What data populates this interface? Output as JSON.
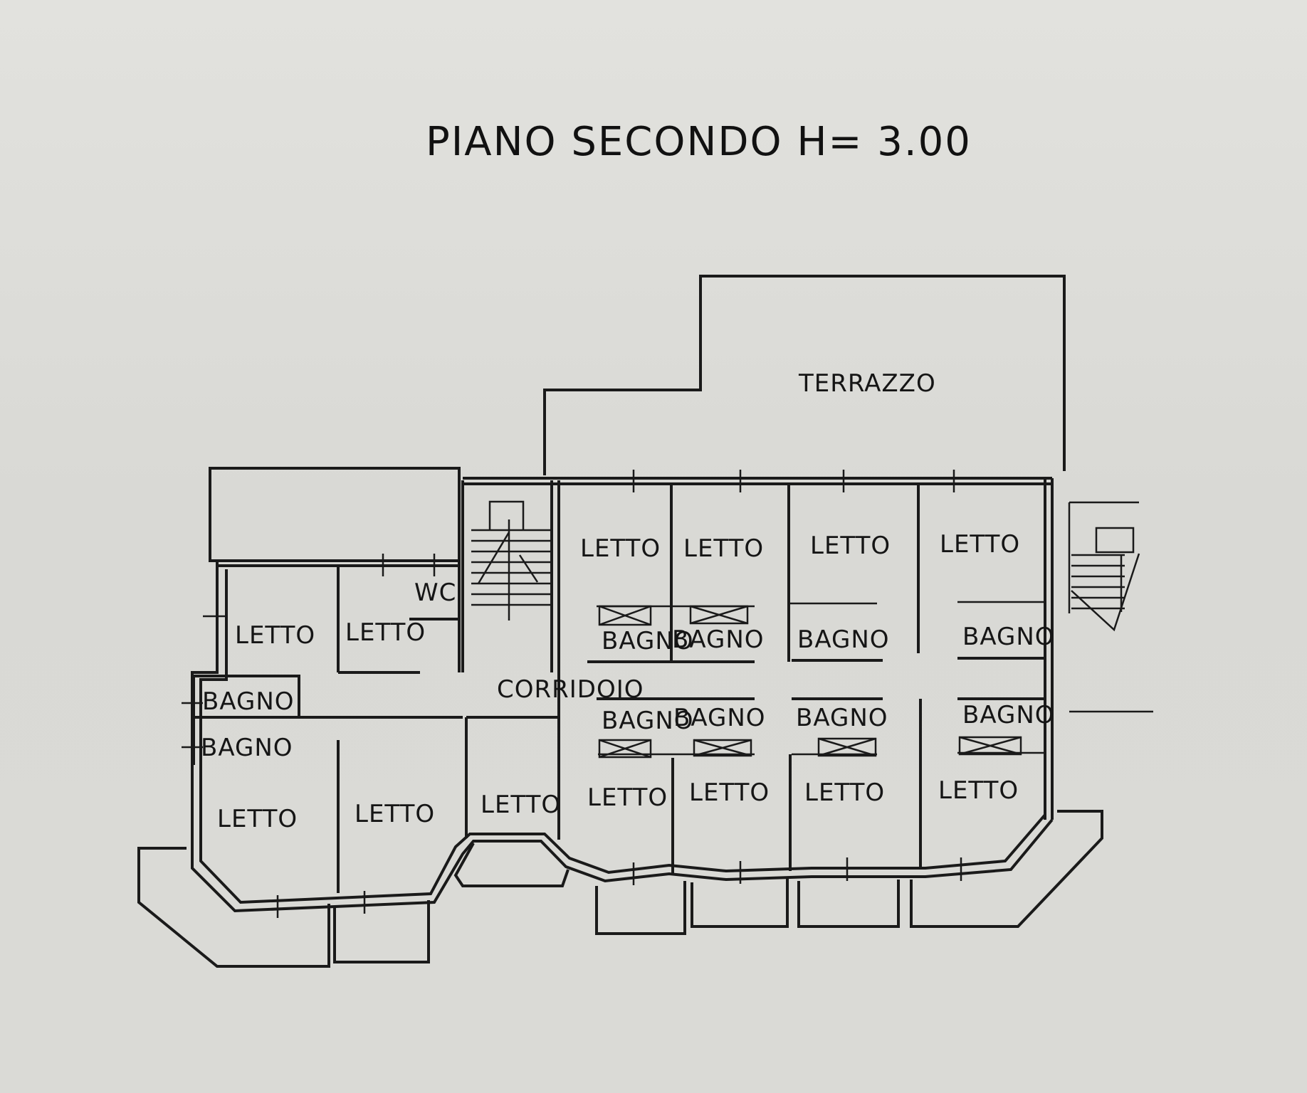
{
  "title": "PIANO SECONDO  H= 3.00",
  "rooms": {
    "terrace": "TERRAZZO",
    "corridor": "CORRIDOIO",
    "wc": "WC",
    "bed": "LETTO",
    "bath": "BAGNO"
  }
}
